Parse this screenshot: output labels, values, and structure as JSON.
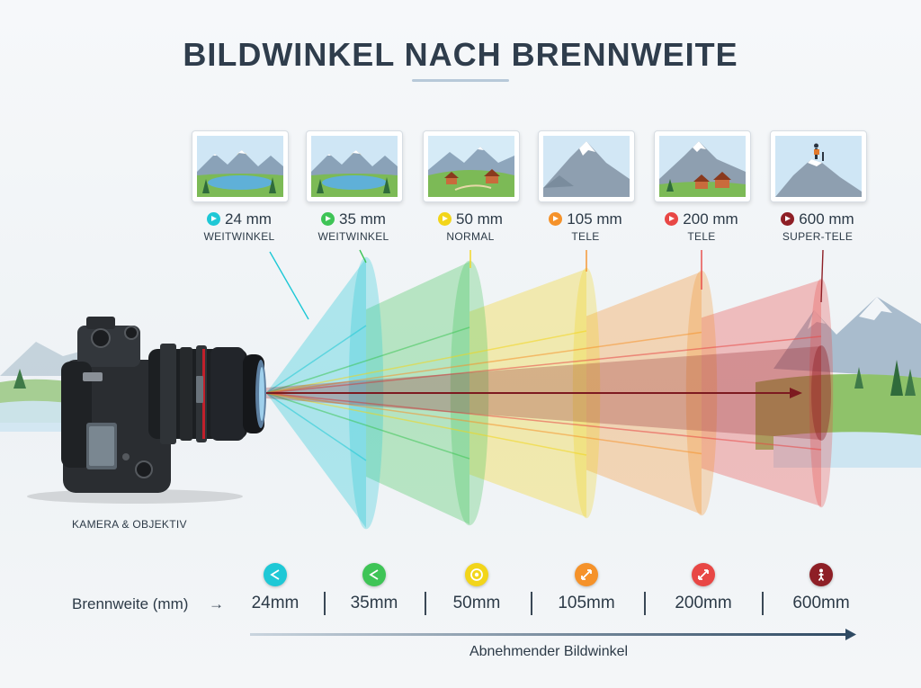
{
  "title": "BILDWINKEL NACH BRENNWEITE",
  "camera_label": "KAMERA & OBJEKTIV",
  "lenses": [
    {
      "mm": "24 mm",
      "category": "WEITWINKEL",
      "color": "#1ec8d6",
      "scene": "lake-valley",
      "icon": "wide-angle-icon",
      "scale": "24mm"
    },
    {
      "mm": "35 mm",
      "category": "WEITWINKEL",
      "color": "#3ec456",
      "scene": "lake-valley",
      "icon": "wide-angle-icon",
      "scale": "35mm"
    },
    {
      "mm": "50 mm",
      "category": "NORMAL",
      "color": "#f2d51a",
      "scene": "village-hills",
      "icon": "aperture-icon",
      "scale": "50mm"
    },
    {
      "mm": "105 mm",
      "category": "TELE",
      "color": "#f5922a",
      "scene": "mountain-peak",
      "icon": "zoom-icon",
      "scale": "105mm"
    },
    {
      "mm": "200 mm",
      "category": "TELE",
      "color": "#e84745",
      "scene": "mountain-houses",
      "icon": "zoom-icon",
      "scale": "200mm"
    },
    {
      "mm": "600 mm",
      "category": "SUPER-TELE",
      "color": "#8e1f26",
      "scene": "summit-hiker",
      "icon": "hiker-icon",
      "scale": "600mm"
    }
  ],
  "scale": {
    "lead_label": "Brennweite (mm)",
    "arrow": "→",
    "caption": "Abnehmender Bildwinkel"
  }
}
